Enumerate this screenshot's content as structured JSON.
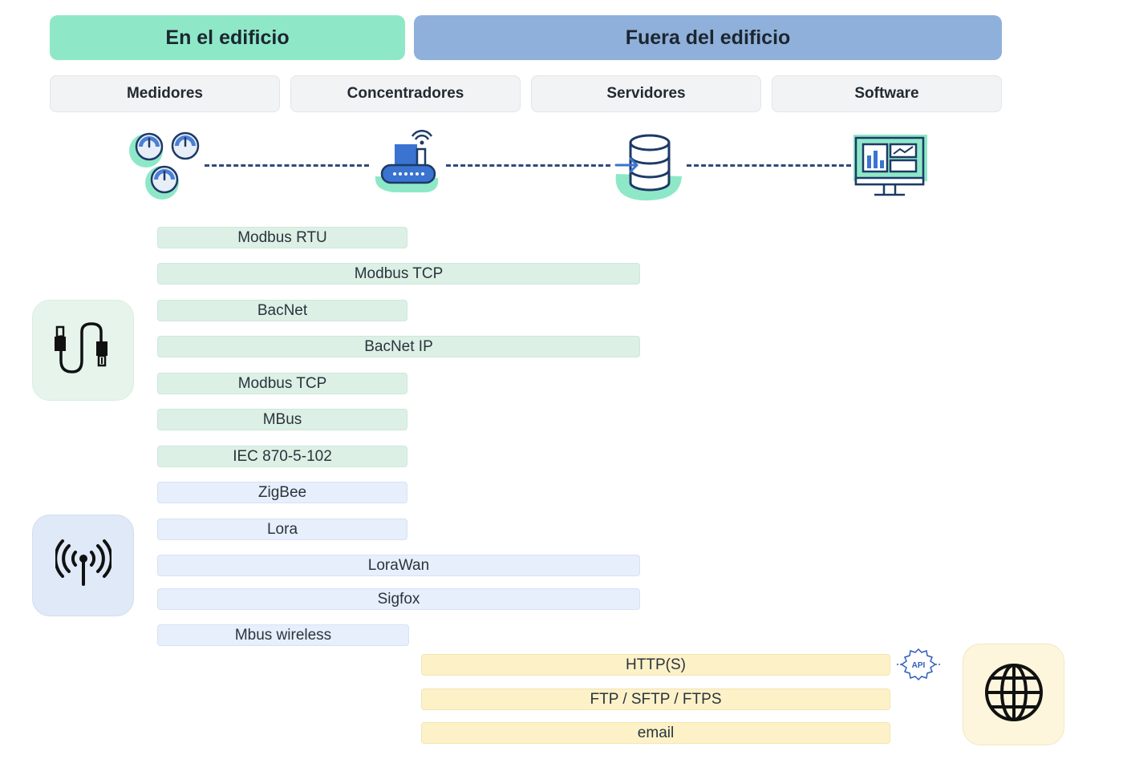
{
  "headers": {
    "inside": "En el edificio",
    "outside": "Fuera del edificio"
  },
  "categories": {
    "meters": "Medidores",
    "concentrators": "Concentradores",
    "servers": "Servidores",
    "software": "Software"
  },
  "protocols": {
    "wired": [
      "Modbus RTU",
      "Modbus TCP",
      "BacNet",
      "BacNet IP",
      "Modbus TCP",
      "MBus",
      "IEC 870-5-102"
    ],
    "wireless": [
      "ZigBee",
      "Lora",
      "LoraWan",
      "Sigfox",
      "Mbus wireless"
    ],
    "internet": [
      "HTTP(S)",
      "FTP / SFTP / FTPS",
      "email"
    ]
  },
  "api_badge": "API",
  "icons": {
    "meters": "gauge-meters-icon",
    "concentrator": "router-icon",
    "server": "database-icon",
    "software": "monitor-dashboard-icon",
    "wired": "usb-cable-icon",
    "wireless": "antenna-icon",
    "internet": "globe-icon",
    "api": "api-gear-icon"
  },
  "colors": {
    "inside_header": "#8ee8c8",
    "outside_header": "#8fb0da",
    "wired_bar": "#dcf0e6",
    "wireless_bar": "#e6effb",
    "internet_bar": "#fdf1c8",
    "connector": "#2f4a78"
  }
}
